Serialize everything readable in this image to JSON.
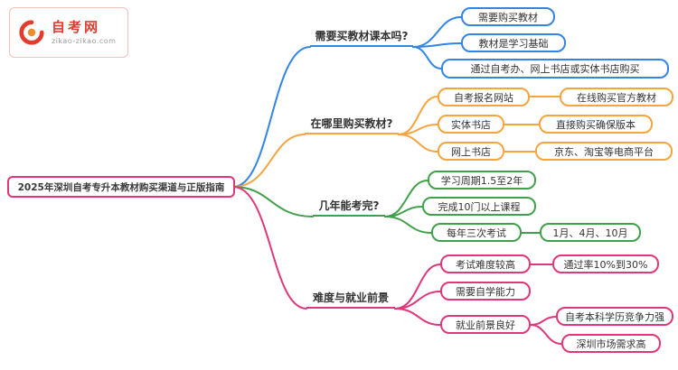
{
  "logo": {
    "site_name": "自考网",
    "site_url": "zikao-zikao.com"
  },
  "colors": {
    "branch_need_textbook": "#3385e4",
    "branch_where_to_buy": "#f7a440",
    "branch_years_to_finish": "#42a04c",
    "branch_difficulty_prospects": "#e0367a",
    "root_border": "#e0367a",
    "logo_red": "#e23c2f"
  },
  "mindmap": {
    "root": {
      "label": "2025年深圳自考专升本教材购买渠道与正版指南"
    },
    "branches": [
      {
        "label": "需要买教材课本吗?",
        "children": [
          {
            "label": "需要购买教材"
          },
          {
            "label": "教材是学习基础"
          },
          {
            "label": "通过自考办、网上书店或实体书店购买"
          }
        ]
      },
      {
        "label": "在哪里购买教材?",
        "children": [
          {
            "label": "自考报名网站",
            "children": [
              {
                "label": "在线购买官方教材"
              }
            ]
          },
          {
            "label": "实体书店",
            "children": [
              {
                "label": "直接购买确保版本"
              }
            ]
          },
          {
            "label": "网上书店",
            "children": [
              {
                "label": "京东、淘宝等电商平台"
              }
            ]
          }
        ]
      },
      {
        "label": "几年能考完?",
        "children": [
          {
            "label": "学习周期1.5至2年"
          },
          {
            "label": "完成10门以上课程"
          },
          {
            "label": "每年三次考试",
            "children": [
              {
                "label": "1月、4月、10月"
              }
            ]
          }
        ]
      },
      {
        "label": "难度与就业前景",
        "children": [
          {
            "label": "考试难度较高",
            "children": [
              {
                "label": "通过率10%到30%"
              }
            ]
          },
          {
            "label": "需要自学能力"
          },
          {
            "label": "就业前景良好",
            "children": [
              {
                "label": "自考本科学历竞争力强"
              },
              {
                "label": "深圳市场需求高"
              }
            ]
          }
        ]
      }
    ]
  }
}
